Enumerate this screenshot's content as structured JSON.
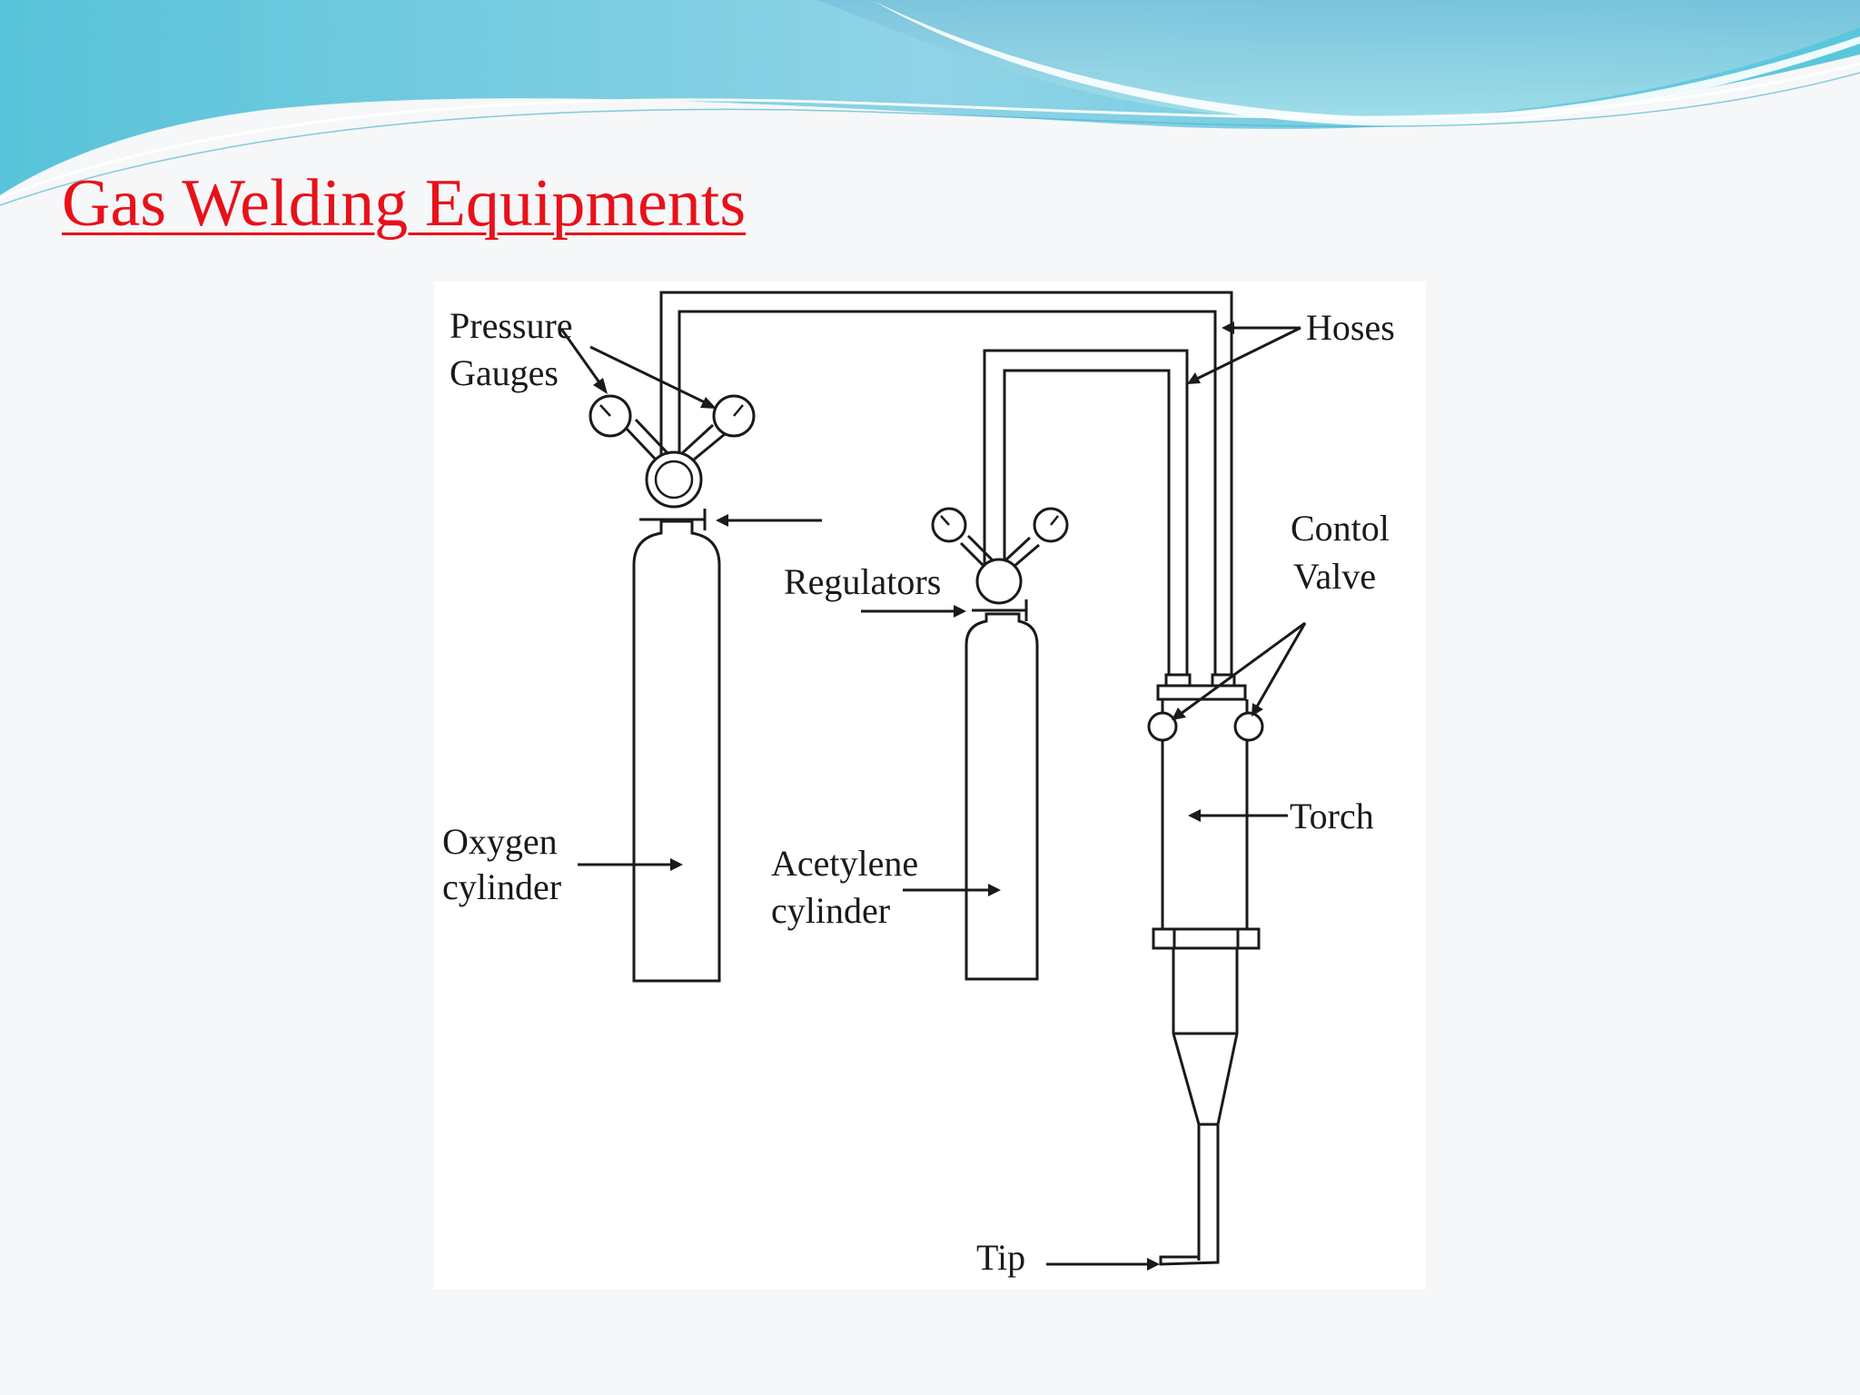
{
  "slide": {
    "title": "Gas Welding Equipments",
    "title_color": "#e8111a",
    "background": "#f6f7f8"
  },
  "diagram": {
    "labels": {
      "pressure_line1": "Pressure",
      "pressure_line2": "Gauges",
      "hoses": "Hoses",
      "regulators": "Regulators",
      "control_line1": "Contol",
      "control_line2": "Valve",
      "torch": "Torch",
      "oxygen_line1": "Oxygen",
      "oxygen_line2": "cylinder",
      "acetylene_line1": "Acetylene",
      "acetylene_line2": "cylinder",
      "tip": "Tip"
    }
  }
}
